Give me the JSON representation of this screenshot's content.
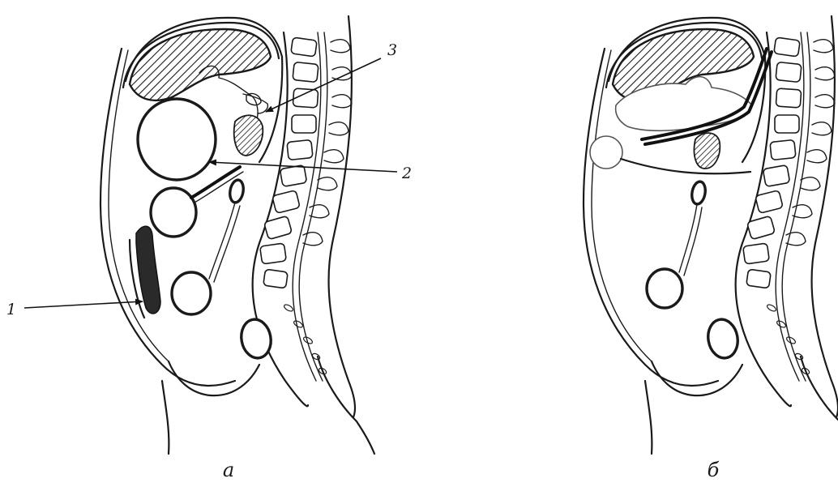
{
  "labels": {
    "one": "1",
    "two": "2",
    "three": "3"
  },
  "captions": {
    "left": "а",
    "right": "б"
  }
}
